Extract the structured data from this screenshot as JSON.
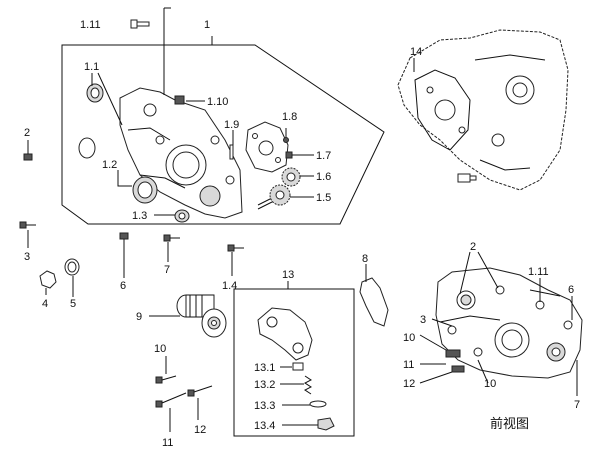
{
  "labels": {
    "l_1_11_top": "1.11",
    "l_1": "1",
    "l_1_1": "1.1",
    "l_1_10": "1.10",
    "l_1_9": "1.9",
    "l_1_8": "1.8",
    "l_1_7": "1.7",
    "l_1_6": "1.6",
    "l_1_5": "1.5",
    "l_1_2": "1.2",
    "l_1_3": "1.3",
    "l_1_4": "1.4",
    "l_2_left": "2",
    "l_3_left": "3",
    "l_4": "4",
    "l_5": "5",
    "l_6_left": "6",
    "l_7_left": "7",
    "l_9": "9",
    "l_10_left": "10",
    "l_11_left": "11",
    "l_12_left": "12",
    "l_13": "13",
    "l_13_1": "13.1",
    "l_13_2": "13.2",
    "l_13_3": "13.3",
    "l_13_4": "13.4",
    "l_8": "8",
    "l_14": "14",
    "l_2_right": "2",
    "l_1_11_right": "1.11",
    "l_6_right": "6",
    "l_3_right": "3",
    "l_10_right_a": "10",
    "l_11_right": "11",
    "l_12_right": "12",
    "l_10_right_b": "10",
    "l_7_right": "7"
  },
  "caption": "前视图"
}
